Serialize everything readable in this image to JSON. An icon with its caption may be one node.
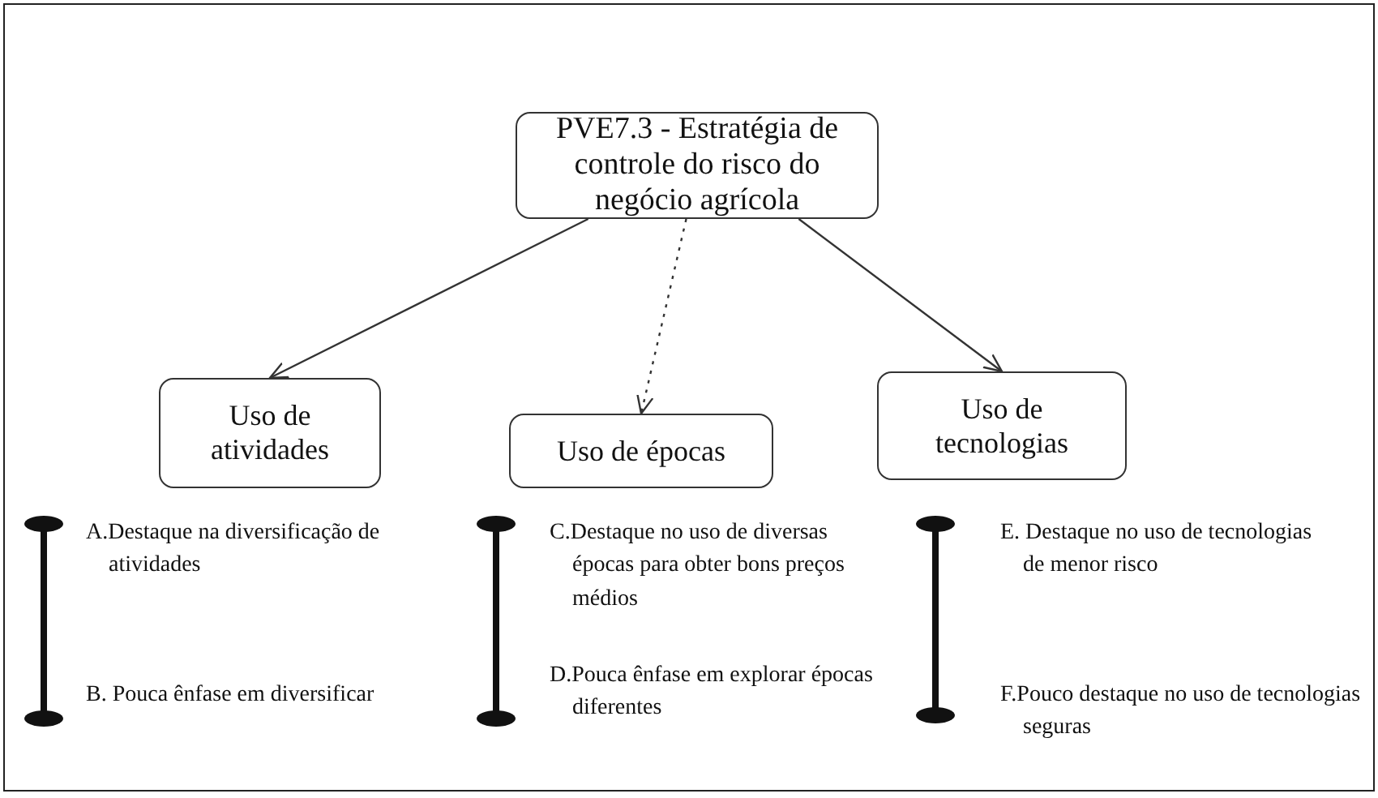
{
  "diagram": {
    "nodes": [
      {
        "text": [
          "PVE7.3 - Estratégia de controle do risco do negócio agrícola"
        ]
      },
      {
        "text": [
          "Uso de atividades"
        ]
      },
      {
        "text": [
          "Uso de épocas"
        ]
      },
      {
        "text": [
          "Uso de tecnologias"
        ]
      }
    ],
    "edges": [
      {
        "from": 0,
        "to": 1,
        "arrow": "to"
      },
      {
        "from": 0,
        "to": 2,
        "arrow": "to",
        "style": "dashed"
      },
      {
        "from": 0,
        "to": 3,
        "arrow": "to"
      }
    ],
    "labels": [
      "A.Destaque na diversificação de atividades",
      "B. Pouca ênfase em diversificar",
      "C.Destaque no uso de diversas épocas para obter bons preços médios",
      "D.Pouca ênfase em explorar épocas diferentes",
      "E. Destaque no uso de tecnologias de menor risco",
      "F.Pouco destaque no uso de tecnologias seguras"
    ]
  }
}
